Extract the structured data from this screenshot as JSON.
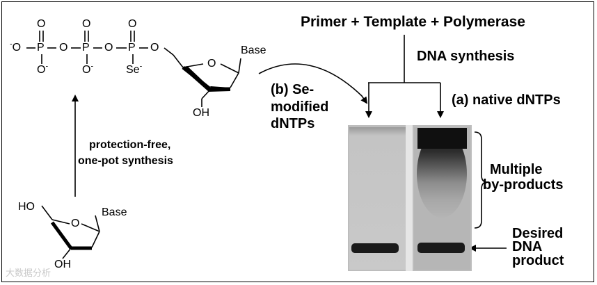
{
  "figure": {
    "header": "Primer + Template + Polymerase",
    "dna_synthesis": "DNA synthesis",
    "label_b_line1": "(b) Se-",
    "label_b_line2": "modified",
    "label_b_line3": "dNTPs",
    "label_a": "(a) native dNTPs",
    "synthesis_line1": "protection-free,",
    "synthesis_line2": "one-pot synthesis",
    "multiple_line1": "Multiple",
    "multiple_line2": "by-products",
    "desired_line1": "Desired",
    "desired_line2": "DNA",
    "desired_line3": "product",
    "watermark": "大数据分析"
  },
  "molecule_top": {
    "atoms": {
      "o_minus": "O",
      "minus_sign": "-",
      "p1": "P",
      "p2": "P",
      "p3": "P",
      "o_double_1": "O",
      "o_double_2": "O",
      "o_double_3": "O",
      "o_bridge_1": "O",
      "o_bridge_2": "O",
      "o_bridge_3": "O",
      "o_single_1": "O",
      "o_single_2": "O",
      "se": "Se",
      "ring_o": "O",
      "base": "Base",
      "oh": "OH"
    }
  },
  "molecule_bottom": {
    "atoms": {
      "ho": "HO",
      "ring_o": "O",
      "base": "Base",
      "oh": "OH"
    }
  },
  "colors": {
    "ink": "#000000",
    "gel_left": "#c8c8c8",
    "gel_right": "#b9b9b9",
    "band": "#1a1a1a"
  }
}
